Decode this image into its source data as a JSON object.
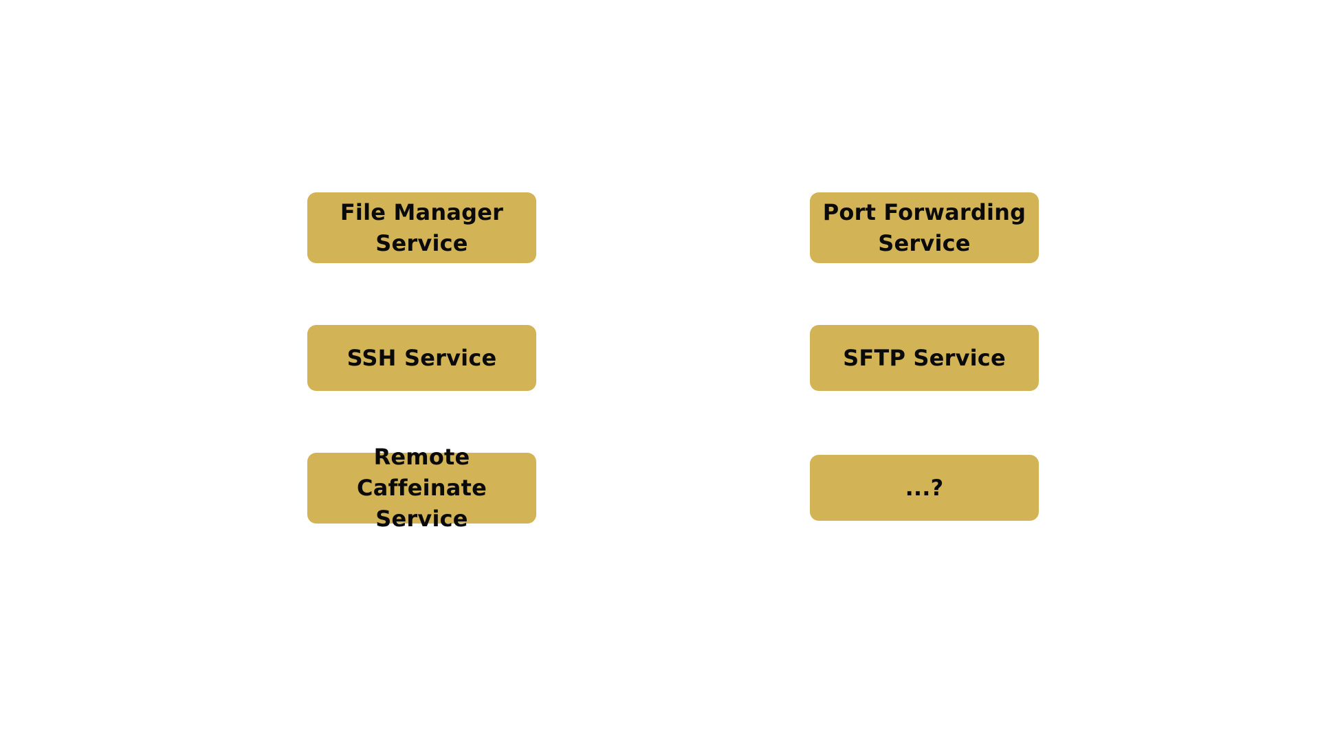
{
  "colors": {
    "background": "#ffffff",
    "box_fill": "#d2b356",
    "box_text": "#0a0a0a"
  },
  "boxes": {
    "file_manager": {
      "label": "File Manager Service"
    },
    "port_forwarding": {
      "label": "Port Forwarding Service"
    },
    "ssh": {
      "label": "SSH Service"
    },
    "sftp": {
      "label": "SFTP Service"
    },
    "remote_caffeinate": {
      "label": "Remote Caffeinate Service"
    },
    "unknown": {
      "label": "...?"
    }
  }
}
